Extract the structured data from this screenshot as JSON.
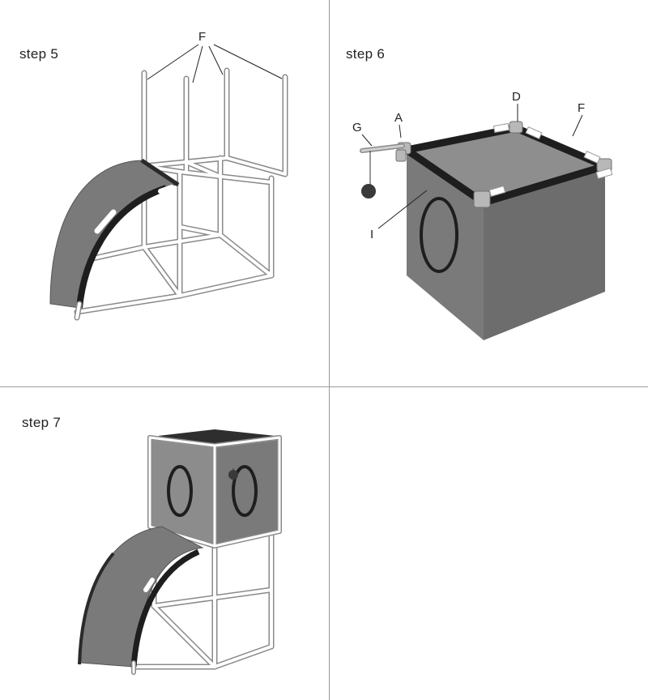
{
  "panels": [
    {
      "id": "step5",
      "title": "step 5",
      "labels": {
        "f": "F"
      }
    },
    {
      "id": "step6",
      "title": "step 6",
      "labels": {
        "g": "G",
        "a": "A",
        "d": "D",
        "f": "F",
        "i": "I"
      }
    },
    {
      "id": "step7",
      "title": "step 7"
    },
    {
      "id": "empty"
    }
  ],
  "colors": {
    "frame_outline": "#8a8a8a",
    "frame_fill": "#ffffff",
    "fabric": "#8c8c8c",
    "fabric_dark": "#6d6d6d",
    "fabric_top": "#2e2e2e",
    "padding": "#1e1e1e",
    "text": "#222222",
    "divider": "#9a9a9a"
  }
}
